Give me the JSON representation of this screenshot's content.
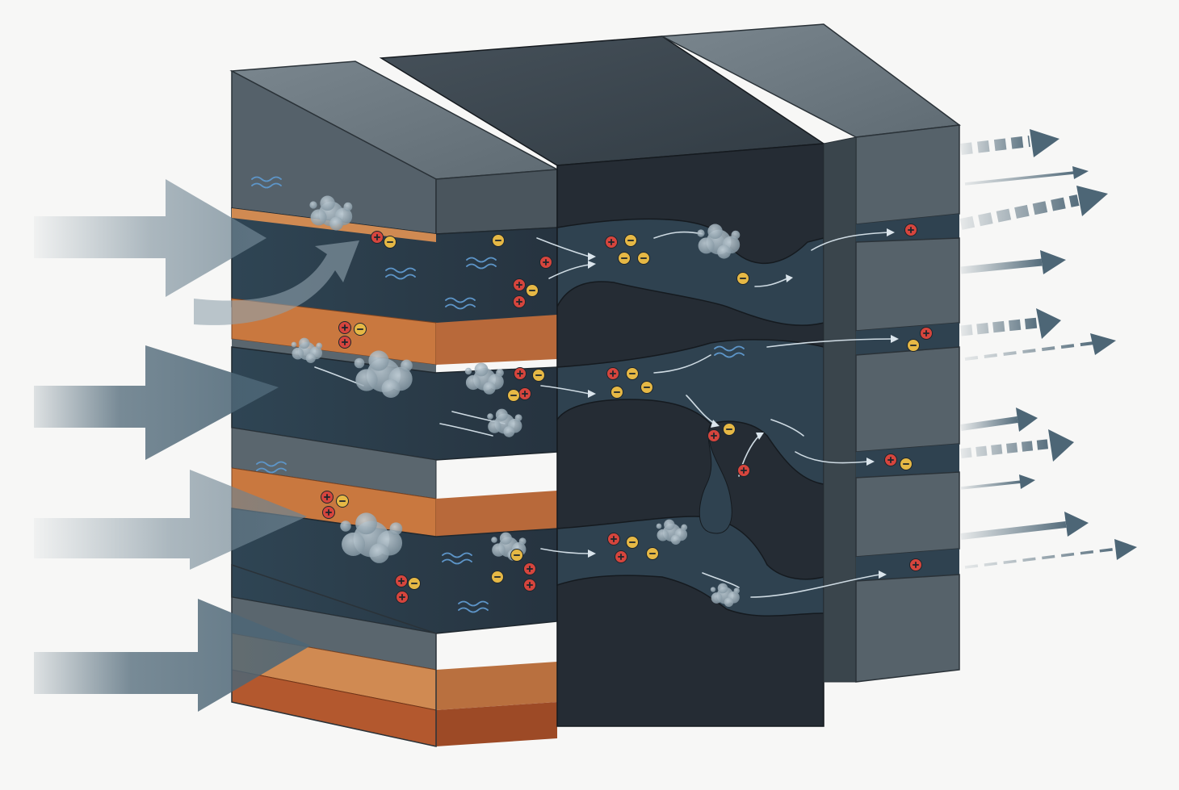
{
  "diagram": {
    "palette": {
      "background": "#f7f7f6",
      "slate_top": "#6b7880",
      "slate_front": "#4f5b63",
      "slate_side": "#3e4950",
      "core_top": "#3a444c",
      "core_front": "#262d35",
      "core_side": "#1d232a",
      "channel": "#2c3d4a",
      "copper_top": "#d08a52",
      "copper_front": "#c9783f",
      "copper_deep": "#b3582e",
      "arrow": "#4d6676",
      "ion_positive": "#d6453d",
      "ion_negative": "#e6b845",
      "water": "#5d95c8",
      "particle": "#9fb1bd"
    },
    "icons": {
      "positive_ion": "plus-in-circle",
      "negative_ion": "minus-in-circle",
      "water_wave": "tilde-waves",
      "particle_cluster": "cloud-blob",
      "flow_arrow": "curved-arrow"
    }
  }
}
